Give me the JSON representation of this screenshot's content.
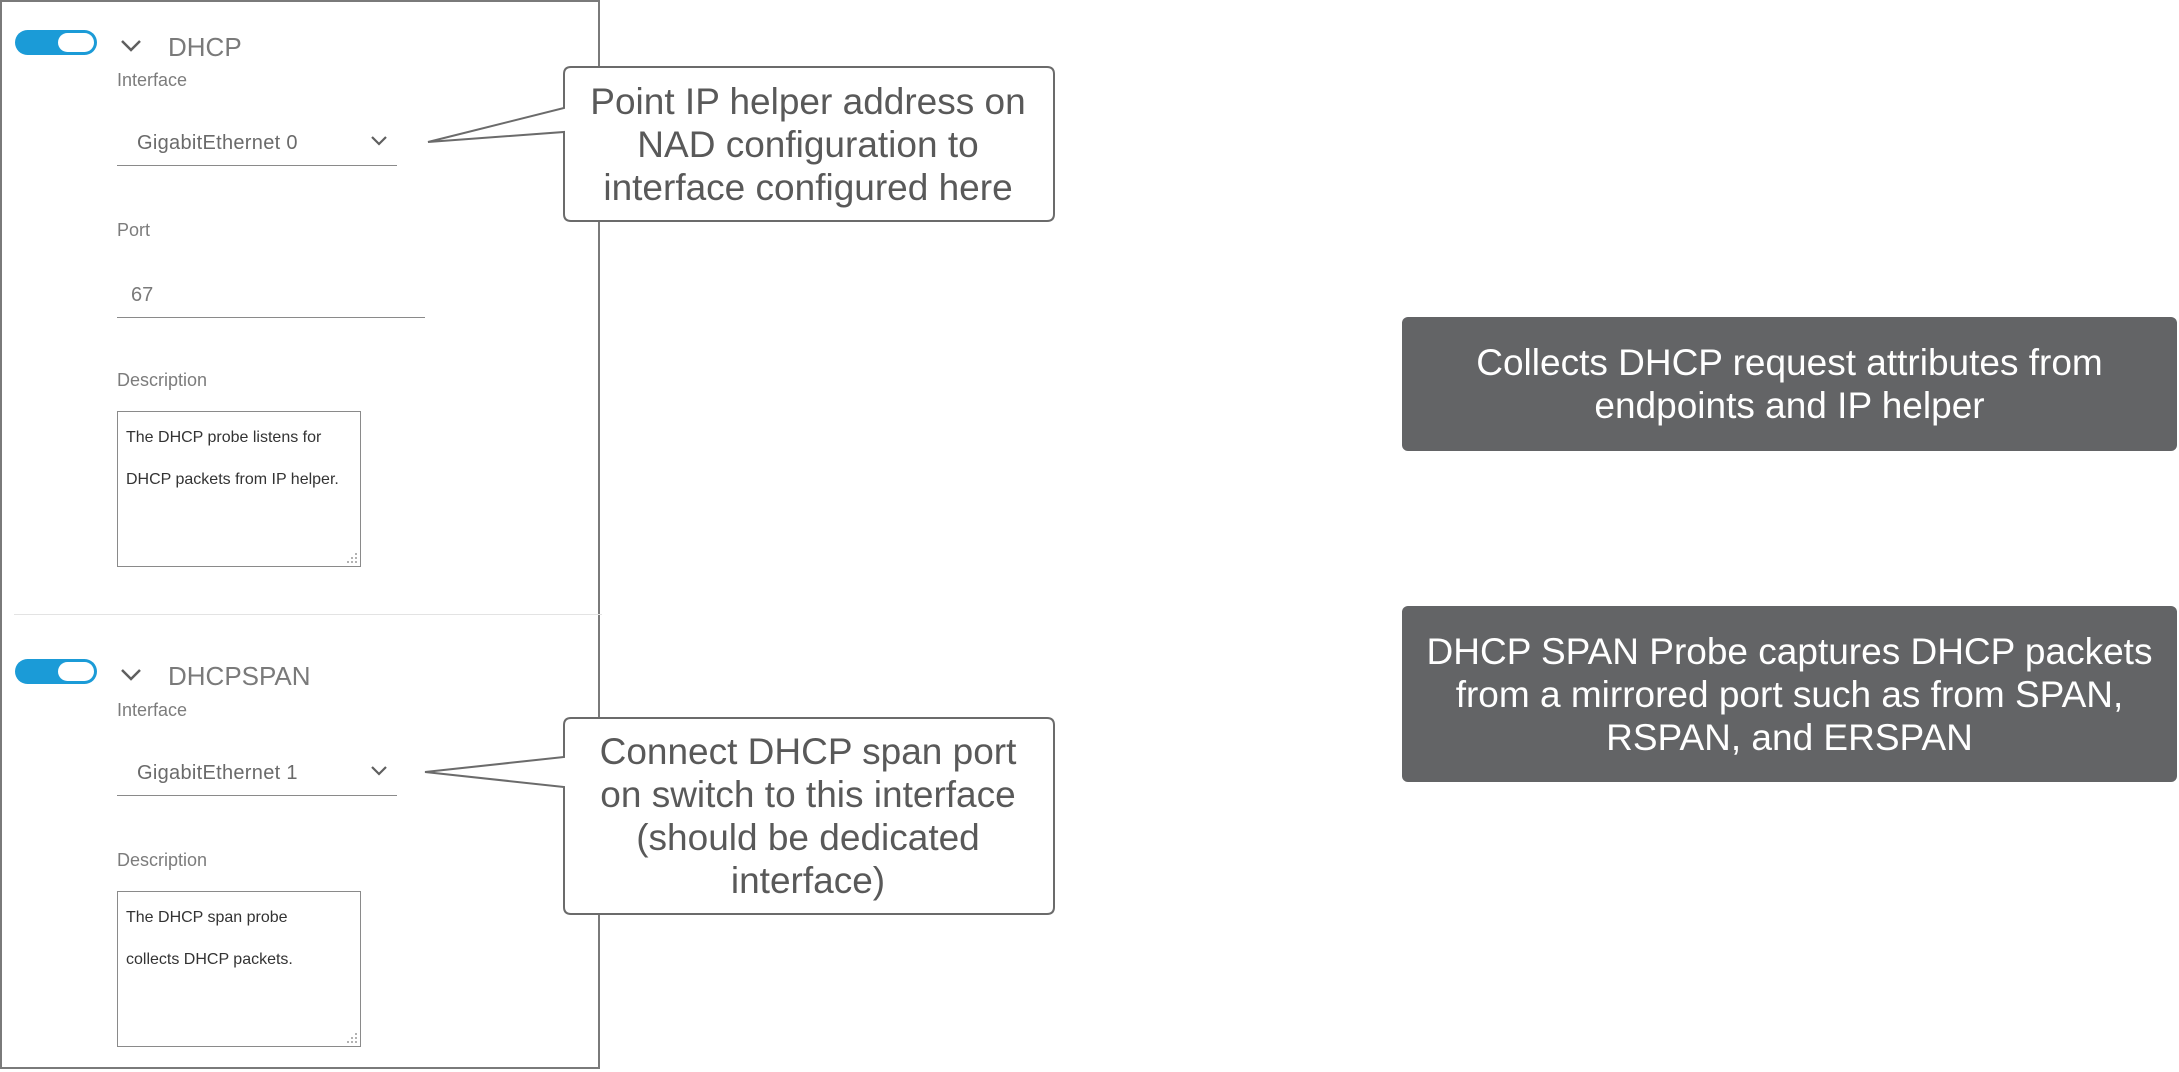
{
  "dhcp": {
    "title": "DHCP",
    "enabled": true,
    "interface_label": "Interface",
    "interface_value": "GigabitEthernet 0",
    "port_label": "Port",
    "port_value": "67",
    "description_label": "Description",
    "description_line1": "The DHCP probe listens for",
    "description_line2": "DHCP packets from IP helper."
  },
  "dhcpspan": {
    "title": "DHCPSPAN",
    "enabled": true,
    "interface_label": "Interface",
    "interface_value": "GigabitEthernet 1",
    "description_label": "Description",
    "description_line1": "The DHCP span probe",
    "description_line2": "collects DHCP packets."
  },
  "callouts": {
    "dhcp_line1": "Point IP helper address on",
    "dhcp_line2": "NAD configuration to",
    "dhcp_line3": "interface configured here",
    "span_line1": "Connect DHCP span port",
    "span_line2": "on switch to this interface",
    "span_line3": "(should be dedicated",
    "span_line4": "interface)"
  },
  "notes": {
    "dhcp_line1": "Collects DHCP request attributes from",
    "dhcp_line2": "endpoints and IP helper",
    "span_line1": "DHCP SPAN Probe captures DHCP packets",
    "span_line2": "from a mirrored port such as from SPAN,",
    "span_line3": "RSPAN, and ERSPAN"
  },
  "colors": {
    "toggle_on": "#1b9bd7",
    "note_bg": "#636466",
    "callout_border": "#6b6b6b"
  },
  "icons": {
    "toggle": "toggle-switch-on",
    "section_chevron": "chevron-down-icon",
    "dropdown": "chevron-down-icon",
    "resize_grip": "resize-grip-icon"
  }
}
